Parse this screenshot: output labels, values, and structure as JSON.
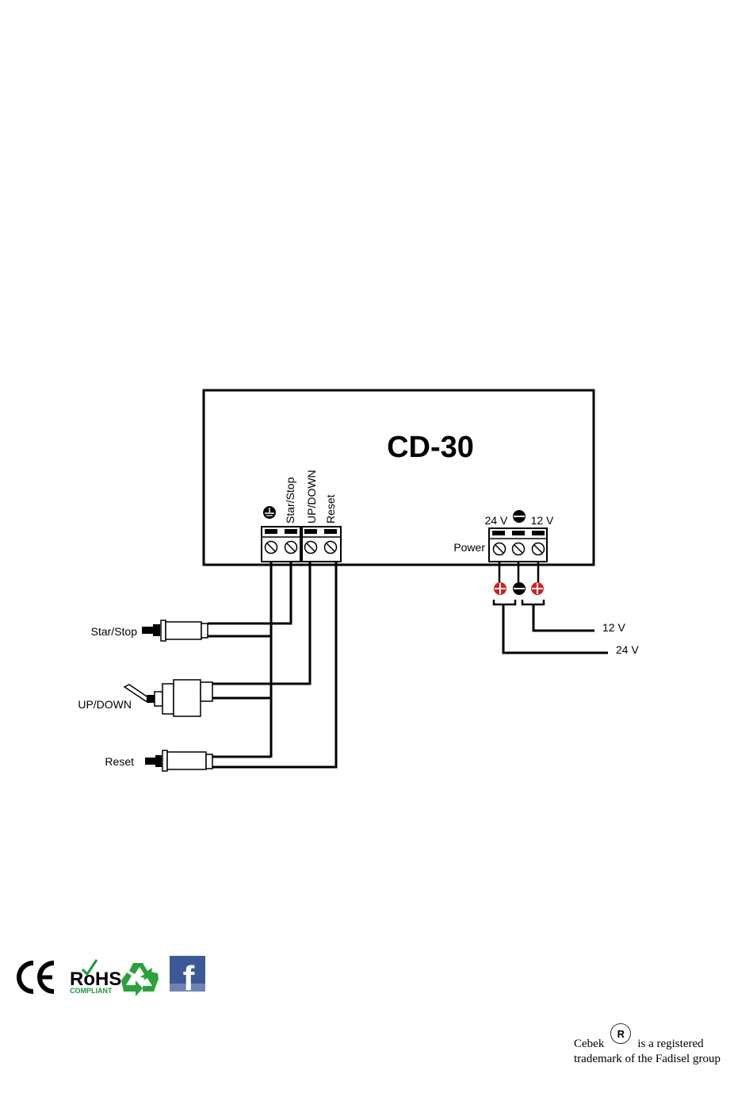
{
  "module": {
    "title": "CD-30"
  },
  "terminals": {
    "left": {
      "ground_icon": "ground-icon",
      "labels": [
        "Star/Stop",
        "UP/DOWN",
        "Reset"
      ]
    },
    "power": {
      "label": "Power",
      "v24": "24 V",
      "v12": "12 V",
      "minus_icon": "minus-icon"
    }
  },
  "controls": {
    "start_stop": "Star/Stop",
    "up_down": "UP/DOWN",
    "reset": "Reset"
  },
  "supply": {
    "v12": "12 V",
    "v24": "24 V"
  },
  "footer": {
    "logos": [
      "ce-mark",
      "rohs-compliant",
      "recycle-icon",
      "facebook-icon"
    ],
    "rohs_text": "RoHS",
    "rohs_sub": "COMPLIANT",
    "facebook_letter": "f",
    "ce_text": "CE",
    "trademark_brand": "Cebek",
    "trademark_reg": "R",
    "trademark_line1_rest": "is a registered",
    "trademark_line2": "trademark of the Fadisel group"
  },
  "colors": {
    "ink": "#000000",
    "plus_terminal": "#d42020",
    "rohs_green": "#1a9a3a",
    "recycle_green": "#2aa23a",
    "facebook_blue": "#3b5998"
  }
}
